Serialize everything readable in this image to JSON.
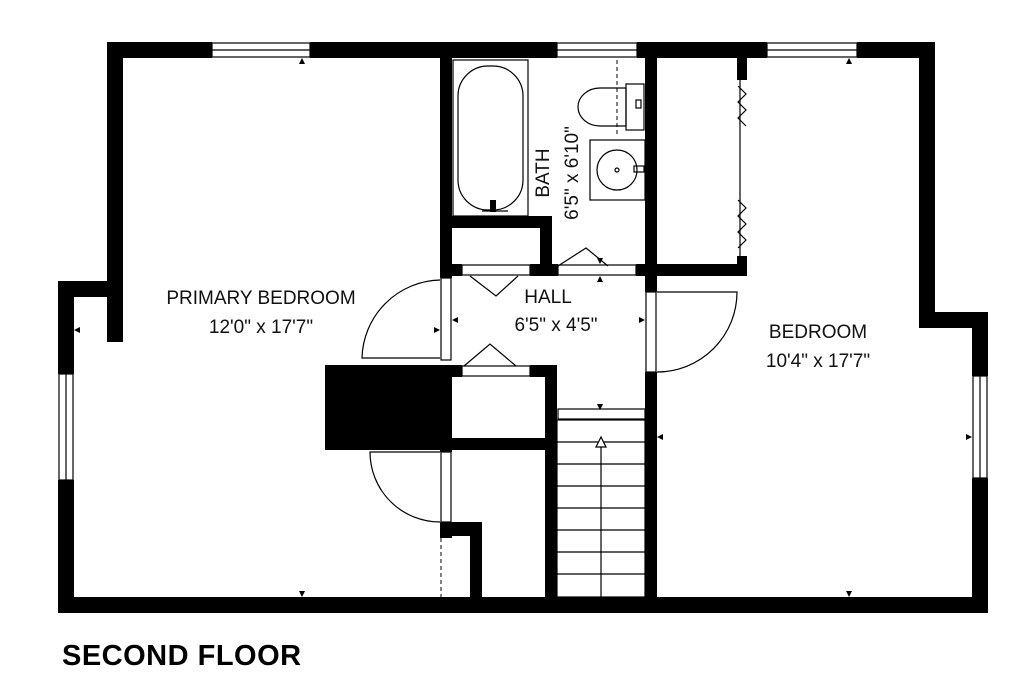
{
  "floor_title": "SECOND FLOOR",
  "colors": {
    "wall": "#000000",
    "background": "#ffffff",
    "text": "#111111"
  },
  "rooms": {
    "primary_bedroom": {
      "name": "PRIMARY BEDROOM",
      "dimensions": "12'0\" x 17'7\""
    },
    "hall": {
      "name": "HALL",
      "dimensions": "6'5\" x 4'5\""
    },
    "bath": {
      "name": "BATH",
      "dimensions": "6'5\" x 6'10\""
    },
    "bedroom": {
      "name": "BEDROOM",
      "dimensions": "10'4\" x 17'7\""
    }
  }
}
